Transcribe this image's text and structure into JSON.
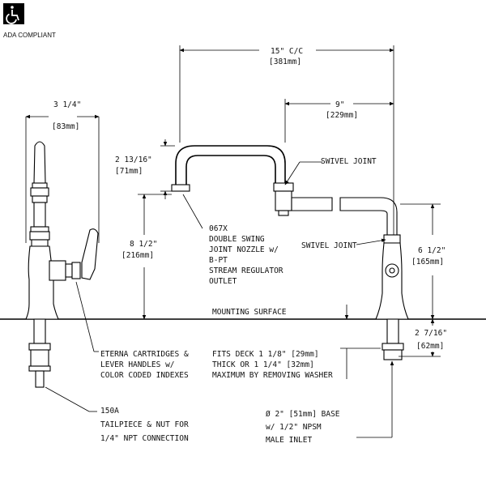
{
  "badge": {
    "icon": "wheelchair-icon",
    "label": "ADA COMPLIANT"
  },
  "dimensions": {
    "cc_width": "15\" C/C",
    "cc_width_mm": "[381mm]",
    "spout_reach": "9\"",
    "spout_reach_mm": "[229mm]",
    "side_width": "3 1/4\"",
    "side_width_mm": "[83mm]",
    "nozzle_drop": "2 13/16\"",
    "nozzle_drop_mm": "[71mm]",
    "nozzle_height": "8 1/2\"",
    "nozzle_height_mm": "[216mm]",
    "body_height": "6 1/2\"",
    "body_height_mm": "[165mm]",
    "shank_length": "2 7/16\"",
    "shank_length_mm": "[62mm]"
  },
  "callouts": {
    "swivel_joint_upper": "SWIVEL JOINT",
    "swivel_joint_lower": "SWIVEL JOINT",
    "nozzle": [
      "067X",
      "DOUBLE SWING",
      "JOINT NOZZLE w/",
      "B-PT",
      "STREAM REGULATOR",
      "OUTLET"
    ],
    "mounting_surface": "MOUNTING SURFACE",
    "cartridges": [
      "ETERNA CARTRIDGES &",
      "LEVER HANDLES w/",
      "COLOR CODED INDEXES"
    ],
    "deck": [
      "FITS DECK 1 1/8\" [29mm]",
      "THICK OR 1 1/4\" [32mm]",
      "MAXIMUM BY REMOVING WASHER"
    ],
    "tailpiece": [
      "150A",
      "TAILPIECE & NUT FOR",
      "1/4\" NPT CONNECTION"
    ],
    "base": [
      "Ø 2\" [51mm] BASE",
      "w/ 1/2\" NPSM",
      "MALE INLET"
    ]
  }
}
